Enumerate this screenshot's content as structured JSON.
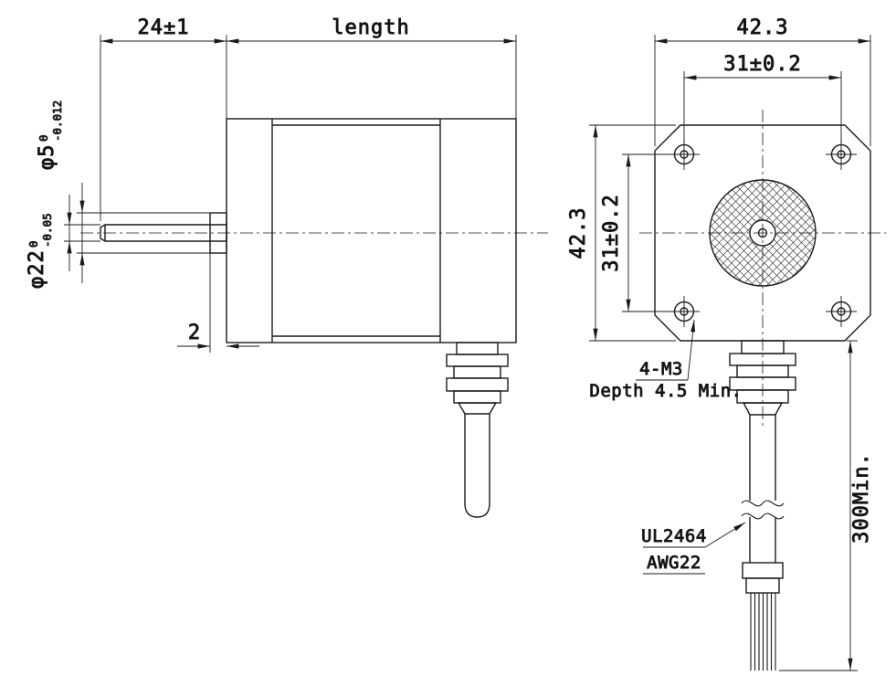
{
  "colors": {
    "line": "#1a1a1a",
    "background": "#ffffff"
  },
  "side_view": {
    "dim_shaft_length": "24±1",
    "dim_body_length": "length",
    "dim_boss": "2",
    "shaft_dia": {
      "main": "φ5",
      "tol_upper": "0",
      "tol_lower": "-0.012"
    },
    "pilot_dia": {
      "main": "φ22",
      "tol_upper": "0",
      "tol_lower": "-0.05"
    }
  },
  "front_view": {
    "dim_width": "42.3",
    "dim_height": "42.3",
    "dim_pitch_h": "31±0.2",
    "dim_pitch_v": "31±0.2",
    "mount_callout": {
      "line1": "4-M3",
      "line2": "Depth 4.5 Min."
    },
    "cable_callout": {
      "line1": "UL2464",
      "line2": "AWG22"
    },
    "dim_cable": "300Min."
  }
}
